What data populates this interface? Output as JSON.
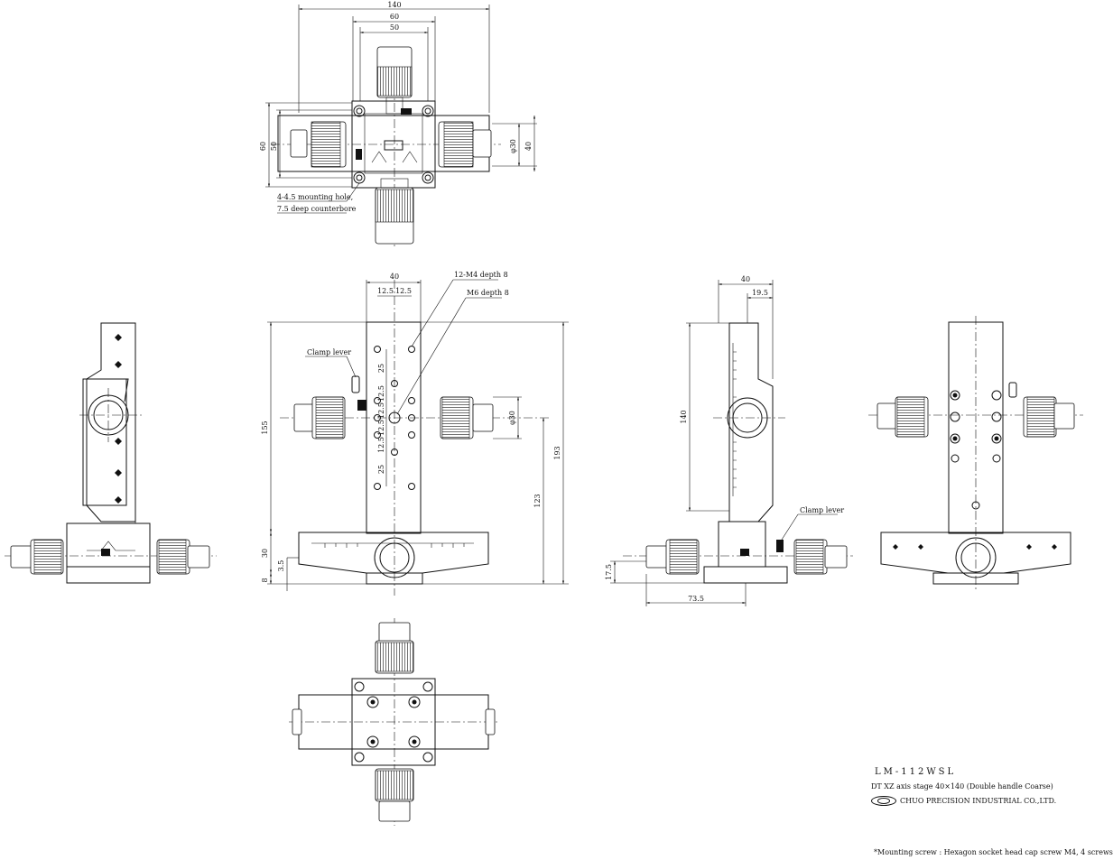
{
  "top_view": {
    "dims": {
      "w140": "140",
      "w60": "60",
      "w50": "50",
      "h60": "60",
      "h50": "50",
      "d30": "φ30",
      "h40": "40"
    },
    "note_line1": "4-4.5 mounting hole,",
    "note_line2": "7.5 deep counterbore"
  },
  "front_view": {
    "dims": {
      "w40": "40",
      "p1": "12.5",
      "p2": "12.5",
      "v25a": "25",
      "v125a": "12.5",
      "v125b": "12.5",
      "v125c": "12.5",
      "v125d": "12.5",
      "v25b": "25",
      "h155": "155",
      "d30": "φ30",
      "h193": "193",
      "h123": "123",
      "h30": "30",
      "h35": "3.5",
      "h8": "8"
    },
    "label_m4": "12-M4 depth 8",
    "label_m6": "M6 depth 8",
    "label_clamp": "Clamp lever"
  },
  "side_view": {
    "dims": {
      "w40": "40",
      "w195": "19.5",
      "h140": "140",
      "h175": "17.5",
      "w735": "73.5"
    },
    "label_clamp": "Clamp lever"
  },
  "title_block": {
    "model": "LM-112WSL",
    "description": "DT  XZ axis stage  40×140 (Double handle Coarse)",
    "company": "CHUO PRECISION INDUSTRIAL CO.,LTD."
  },
  "footnote": "*Mounting screw : Hexagon socket head cap screw M4, 4 screws"
}
